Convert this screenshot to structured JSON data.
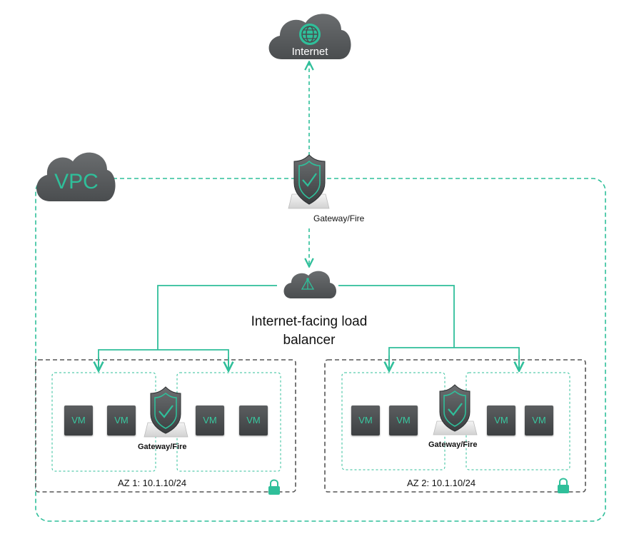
{
  "internet": {
    "label": "Internet"
  },
  "vpc": {
    "label": "VPC"
  },
  "gateway": {
    "top_label": "Gateway/Fire",
    "az1_label": "Gateway/Fire",
    "az2_label": "Gateway/Fire"
  },
  "load_balancer": {
    "label_line1": "Internet-facing load",
    "label_line2": "balancer"
  },
  "az1": {
    "label": "AZ 1: 10.1.10/24",
    "vms": [
      "VM",
      "VM",
      "VM",
      "VM"
    ]
  },
  "az2": {
    "label": "AZ 2: 10.1.10/24",
    "vms": [
      "VM",
      "VM",
      "VM",
      "VM"
    ]
  },
  "colors": {
    "accent": "#2fbf9a",
    "cloud": "#5a5d5f",
    "az_border": "#555555"
  },
  "icons": [
    "globe-icon",
    "shield-check-icon",
    "load-balancer-icon",
    "lock-icon"
  ]
}
